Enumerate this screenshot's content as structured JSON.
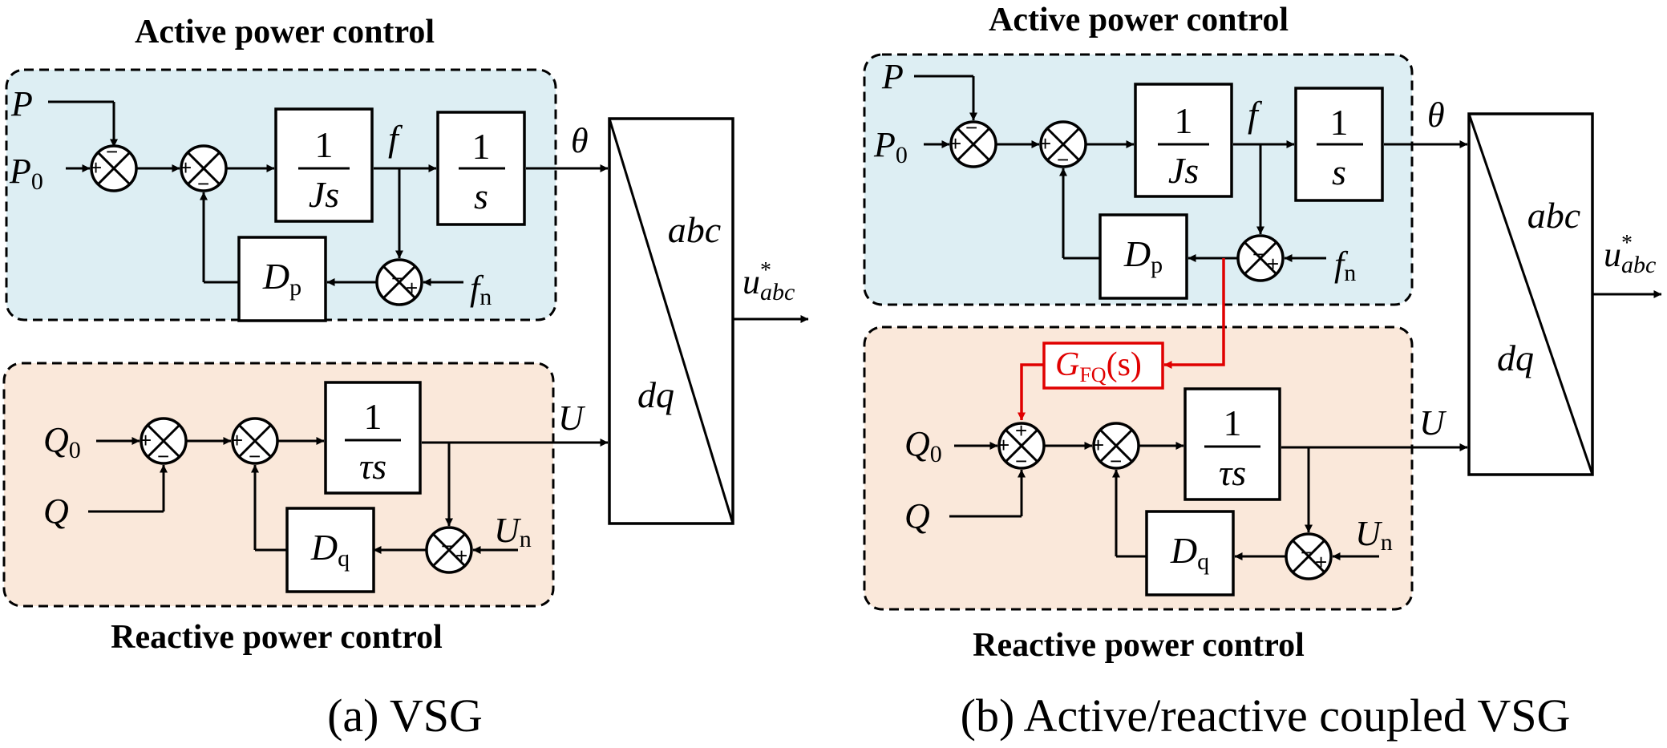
{
  "panel_a": {
    "caption": "(a) VSG",
    "active_title": "Active power control",
    "reactive_title": "Reactive power control",
    "signals": {
      "P": "P",
      "P0": "P",
      "P0_sub": "0",
      "f": "f",
      "fn": "f",
      "fn_sub": "n",
      "theta": "θ",
      "Q0": "Q",
      "Q0_sub": "0",
      "Q": "Q",
      "U": "U",
      "Un": "U",
      "Un_sub": "n",
      "u_abc": "u",
      "u_abc_sup": "*",
      "u_abc_sub": "abc"
    },
    "blocks": {
      "inertia_num": "1",
      "inertia_den": "Js",
      "integrator_num": "1",
      "integrator_den": "s",
      "Dp": "D",
      "Dp_sub": "p",
      "tau_num": "1",
      "tau_den": "τs",
      "Dq": "D",
      "Dq_sub": "q",
      "transform_top": "abc",
      "transform_bottom": "dq"
    }
  },
  "panel_b": {
    "caption": "(b) Active/reactive coupled VSG",
    "active_title": "Active power control",
    "reactive_title": "Reactive power control",
    "coupling_block": {
      "G": "G",
      "sub": "FQ",
      "arg": "(s)"
    },
    "signals": {
      "P": "P",
      "P0": "P",
      "P0_sub": "0",
      "f": "f",
      "fn": "f",
      "fn_sub": "n",
      "theta": "θ",
      "Q0": "Q",
      "Q0_sub": "0",
      "Q": "Q",
      "U": "U",
      "Un": "U",
      "Un_sub": "n",
      "u_abc": "u",
      "u_abc_sup": "*",
      "u_abc_sub": "abc"
    },
    "blocks": {
      "inertia_num": "1",
      "inertia_den": "Js",
      "integrator_num": "1",
      "integrator_den": "s",
      "Dp": "D",
      "Dp_sub": "p",
      "tau_num": "1",
      "tau_den": "τs",
      "Dq": "D",
      "Dq_sub": "q",
      "transform_top": "abc",
      "transform_bottom": "dq"
    }
  },
  "colors": {
    "active_bg": "#ddeef3",
    "reactive_bg": "#fae8da",
    "coupling": "#e00000"
  }
}
